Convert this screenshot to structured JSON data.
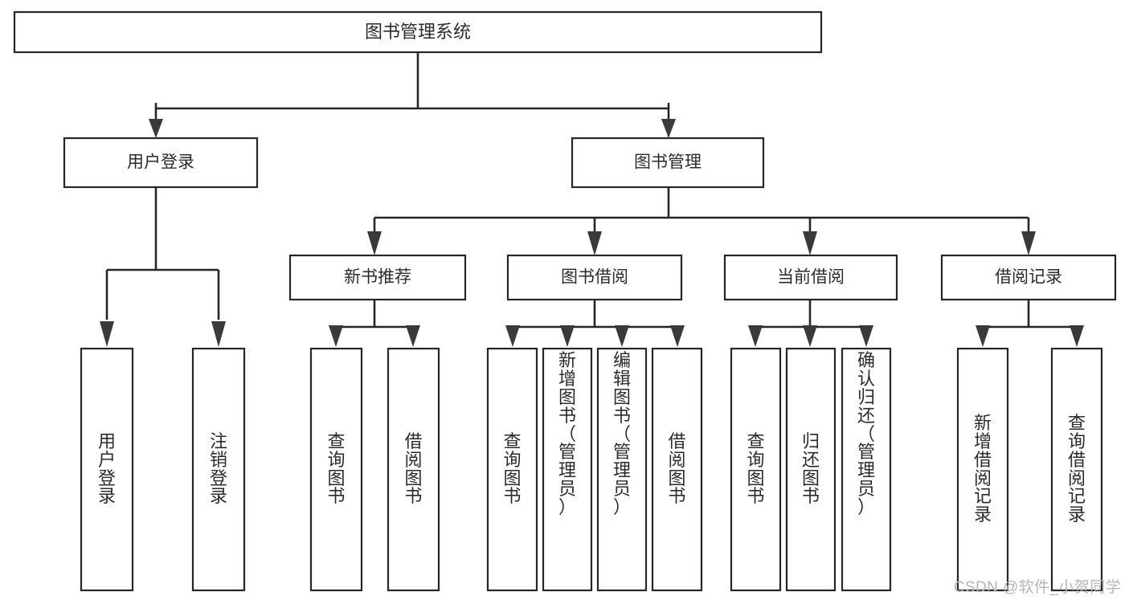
{
  "diagram": {
    "title_node": {
      "label": "图书管理系统"
    },
    "level2": [
      {
        "label": "用户登录"
      },
      {
        "label": "图书管理"
      }
    ],
    "level3": [
      {
        "label": "新书推荐"
      },
      {
        "label": "图书借阅"
      },
      {
        "label": "当前借阅"
      },
      {
        "label": "借阅记录"
      }
    ],
    "leaves": {
      "user_login": [
        {
          "label": "用户登录"
        },
        {
          "label": "注销登录"
        }
      ],
      "new_book_recommend": [
        {
          "label": "查询图书"
        },
        {
          "label": "借阅图书"
        }
      ],
      "book_borrow": [
        {
          "label": "查询图书"
        },
        {
          "label": "新增图书（管理员）"
        },
        {
          "label": "编辑图书（管理员）"
        },
        {
          "label": "借阅图书"
        }
      ],
      "current_borrow": [
        {
          "label": "查询图书"
        },
        {
          "label": "归还图书"
        },
        {
          "label": "确认归还（管理员）"
        }
      ],
      "borrow_record": [
        {
          "label": "新增借阅记录"
        },
        {
          "label": "查询借阅记录"
        }
      ]
    },
    "watermark": "CSDN @软件_小贺同学",
    "colors": {
      "box_stroke": "#262626",
      "box_fill": "#ffffff",
      "text": "#2b2b2b",
      "connector": "#262626",
      "watermark": "#b6b6b6",
      "background": "#ffffff"
    }
  }
}
